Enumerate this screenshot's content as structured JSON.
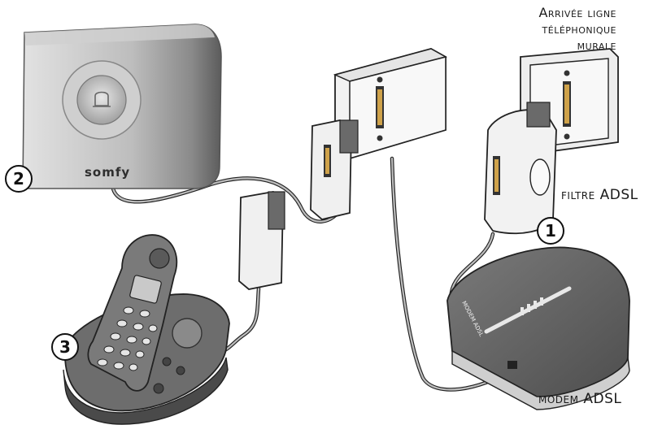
{
  "labels": {
    "arrivee_line1": "Arrivée ligne",
    "arrivee_line2": "téléphonique",
    "arrivee_line3": "murale",
    "filtre": "filtre ADSL",
    "modem": "modem ADSL"
  },
  "badges": [
    "1",
    "2",
    "3"
  ],
  "brand": "somfy",
  "modem_side_text": "MODEM ADSL",
  "colors": {
    "device_grey": "#b9b9b9",
    "phone_dark": "#6d6d6d",
    "outline": "#222222",
    "socket_light": "#f2f2f2"
  }
}
